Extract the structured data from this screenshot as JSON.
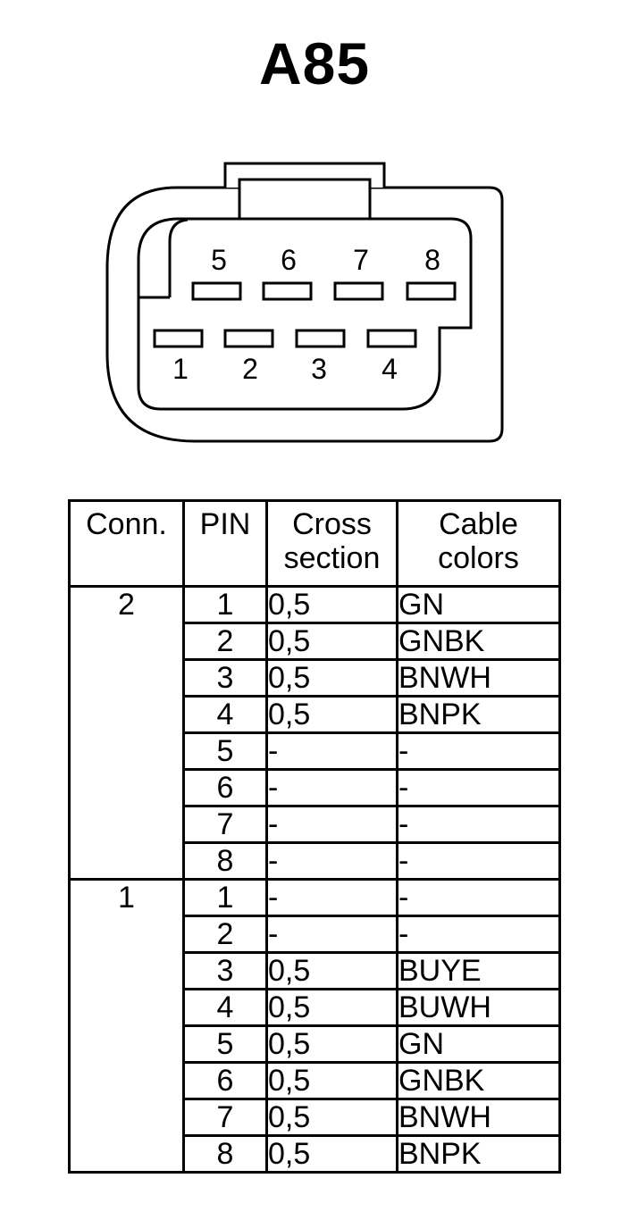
{
  "title": "A85",
  "connector_pins": {
    "top_row": [
      "5",
      "6",
      "7",
      "8"
    ],
    "bottom_row": [
      "1",
      "2",
      "3",
      "4"
    ]
  },
  "table": {
    "headers": {
      "conn": "Conn.",
      "pin": "PIN",
      "cross_line1": "Cross",
      "cross_line2": "section",
      "color_line1": "Cable",
      "color_line2": "colors"
    },
    "groups": [
      {
        "conn": "2",
        "rows": [
          {
            "pin": "1",
            "cross": "0,5",
            "color": "GN"
          },
          {
            "pin": "2",
            "cross": "0,5",
            "color": "GNBK"
          },
          {
            "pin": "3",
            "cross": "0,5",
            "color": "BNWH"
          },
          {
            "pin": "4",
            "cross": "0,5",
            "color": "BNPK"
          },
          {
            "pin": "5",
            "cross": "-",
            "color": "-"
          },
          {
            "pin": "6",
            "cross": "-",
            "color": "-"
          },
          {
            "pin": "7",
            "cross": "-",
            "color": "-"
          },
          {
            "pin": "8",
            "cross": "-",
            "color": "-"
          }
        ]
      },
      {
        "conn": "1",
        "rows": [
          {
            "pin": "1",
            "cross": "-",
            "color": "-"
          },
          {
            "pin": "2",
            "cross": "-",
            "color": "-"
          },
          {
            "pin": "3",
            "cross": "0,5",
            "color": "BUYE"
          },
          {
            "pin": "4",
            "cross": "0,5",
            "color": "BUWH"
          },
          {
            "pin": "5",
            "cross": "0,5",
            "color": "GN"
          },
          {
            "pin": "6",
            "cross": "0,5",
            "color": "GNBK"
          },
          {
            "pin": "7",
            "cross": "0,5",
            "color": "BNWH"
          },
          {
            "pin": "8",
            "cross": "0,5",
            "color": "BNPK"
          }
        ]
      }
    ]
  }
}
